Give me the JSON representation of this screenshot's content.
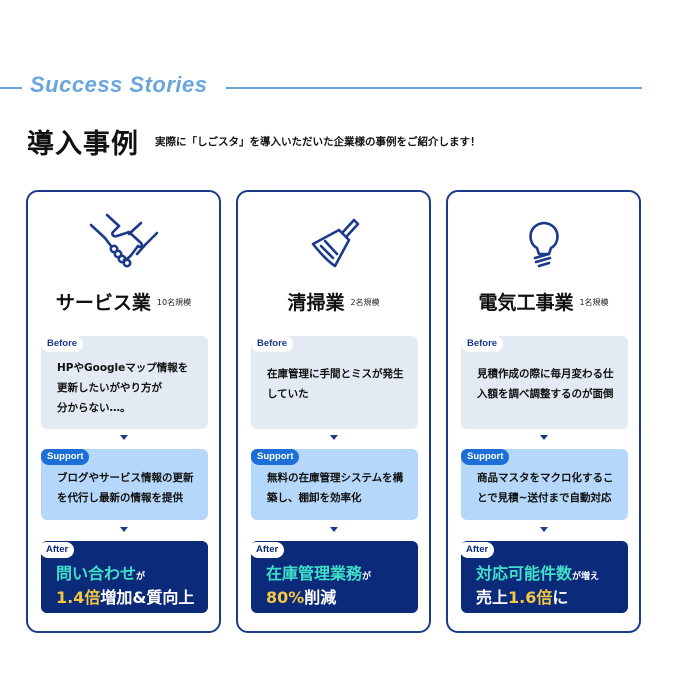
{
  "header": {
    "eyebrow": "Success Stories",
    "title": "導入事例",
    "subtitle": "実際に「しごスタ」を導入いただいた企業様の事例をご紹介します！"
  },
  "colors": {
    "card_border": "#1b3a8a",
    "before_bg": "#e3eaf3",
    "support_bg": "#b5d7f9",
    "support_tag": "#1d6fd8",
    "after_bg": "#0c2a7a",
    "highlight_teal": "#3ee0c8",
    "highlight_yellow": "#f5c842",
    "eyebrow": "#6aa6de"
  },
  "labels": {
    "before": "Before",
    "support": "Support",
    "after": "After"
  },
  "cases": [
    {
      "icon": "handshake-icon",
      "industry": "サービス業",
      "scale": "10名規模",
      "before": [
        "HPやGoogleマップ情報を",
        "更新したいがやり方が",
        "分からない…。"
      ],
      "support": [
        "ブログやサービス情報の更新",
        "を代行し最新の情報を提供"
      ],
      "after": {
        "line1_highlight": "問い合わせ",
        "line1_suffix": "が",
        "line2_prefix": "",
        "line2_highlight": "1.4倍",
        "line2_suffix": "増加&質向上"
      }
    },
    {
      "icon": "broom-icon",
      "industry": "清掃業",
      "scale": "2名規模",
      "before": [
        "在庫管理に手間とミスが発生",
        "していた"
      ],
      "support": [
        "無料の在庫管理システムを構",
        "築し、棚卸を効率化"
      ],
      "after": {
        "line1_highlight": "在庫管理業務",
        "line1_suffix": "が",
        "line2_prefix": "",
        "line2_highlight": "80%",
        "line2_suffix": "削減"
      }
    },
    {
      "icon": "lightbulb-icon",
      "industry": "電気工事業",
      "scale": "1名規模",
      "before": [
        "見積作成の際に毎月変わる仕",
        "入額を調べ調整するのが面倒"
      ],
      "support": [
        "商品マスタをマクロ化するこ",
        "とで見積~送付まで自動対応"
      ],
      "after": {
        "line1_highlight": "対応可能件数",
        "line1_suffix": "が増え",
        "line2_prefix": "売上",
        "line2_highlight": "1.6倍",
        "line2_suffix": "に"
      }
    }
  ]
}
